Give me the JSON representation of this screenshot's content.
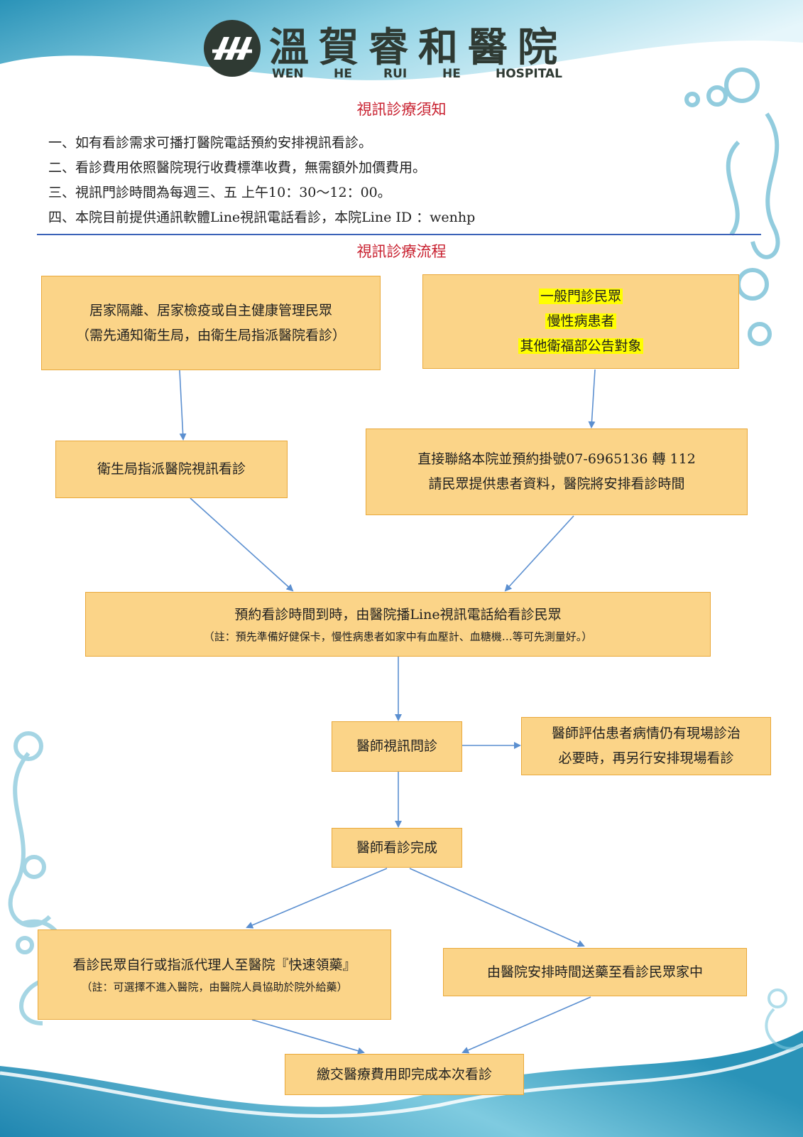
{
  "header": {
    "logo_cn": "溫賀睿和醫院",
    "logo_en": [
      "WEN",
      "HE",
      "RUI",
      "HE",
      "HOSPITAL"
    ]
  },
  "notice": {
    "title": "視訊診療須知",
    "items": [
      "一、如有看診需求可播打醫院電話預約安排視訊看診。",
      "二、看診費用依照醫院現行收費標準收費，無需額外加價費用。",
      "三、視訊門診時間為每週三、五 上午10：30～12：00。",
      "四、本院目前提供通訊軟體Line視訊電話看診，本院Line ID ：wenhp"
    ]
  },
  "flow": {
    "title": "視訊診療流程",
    "quarantine": {
      "line1": "居家隔離、居家檢疫或自主健康管理民眾",
      "line2": "（需先通知衛生局，由衛生局指派醫院看診）"
    },
    "general": {
      "line1": "一般門診民眾",
      "line2": "慢性病患者",
      "line3": "其他衛福部公告對象"
    },
    "health_bureau": "衛生局指派醫院視訊看診",
    "contact": {
      "line1": "直接聯絡本院並預約掛號07-6965136 轉 112",
      "line2": "請民眾提供患者資料，醫院將安排看診時間"
    },
    "appointment": {
      "line1": "預約看診時間到時，由醫院播Line視訊電話給看診民眾",
      "note": "（註：預先準備好健保卡，慢性病患者如家中有血壓計、血糖機…等可先測量好。）"
    },
    "video_consult": "醫師視訊問診",
    "onsite": {
      "line1": "醫師評估患者病情仍有現場診治",
      "line2": "必要時，再另行安排現場看診"
    },
    "consult_done": "醫師看診完成",
    "pickup": {
      "line1": "看診民眾自行或指派代理人至醫院『快速領藥』",
      "note": "（註：可選擇不進入醫院，由醫院人員協助於院外給藥）"
    },
    "delivery": "由醫院安排時間送藥至看診民眾家中",
    "payment": "繳交醫療費用即完成本次看診"
  },
  "colors": {
    "box_fill": "#fbd488",
    "box_border": "#e9a83a",
    "title_red": "#c8202f",
    "divider_blue": "#3a62b8",
    "arrow_blue": "#5b8fd0",
    "highlight": "#ffff00"
  }
}
